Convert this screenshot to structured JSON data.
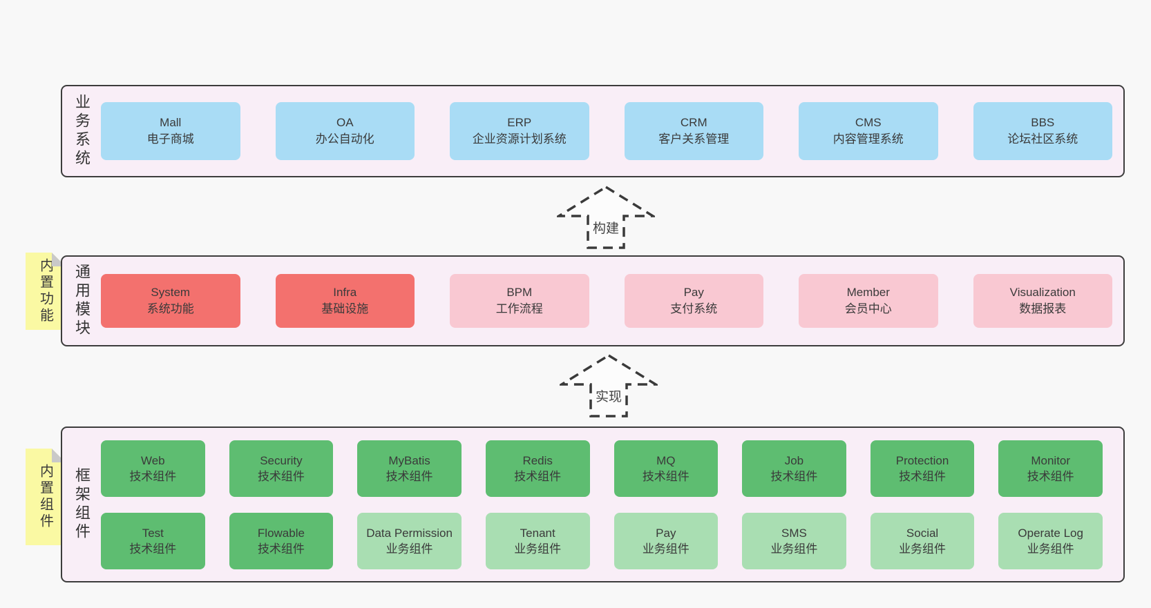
{
  "colors": {
    "canvas_bg": "#f8f8f8",
    "container_bg": "#f9eef7",
    "container_border": "#3c3c3c",
    "blue_box": "#a9dcf5",
    "red_box": "#f3716e",
    "pink_box": "#f9c8d2",
    "green_dark_box": "#5ebd71",
    "green_light_box": "#a9deb2",
    "sticky_yellow": "#faf9a3",
    "sticky_fold_gray": "#c9c9c9"
  },
  "arrows": [
    {
      "label": "构建"
    },
    {
      "label": "实现"
    }
  ],
  "layers": [
    {
      "label": "业务系统",
      "boxes": [
        {
          "en": "Mall",
          "zh": "电子商城"
        },
        {
          "en": "OA",
          "zh": "办公自动化"
        },
        {
          "en": "ERP",
          "zh": "企业资源计划系统"
        },
        {
          "en": "CRM",
          "zh": "客户关系管理"
        },
        {
          "en": "CMS",
          "zh": "内容管理系统"
        },
        {
          "en": "BBS",
          "zh": "论坛社区系统"
        }
      ]
    },
    {
      "label": "通用模块",
      "sticky": "内置功能",
      "boxes": [
        {
          "en": "System",
          "zh": "系统功能"
        },
        {
          "en": "Infra",
          "zh": "基础设施"
        },
        {
          "en": "BPM",
          "zh": "工作流程"
        },
        {
          "en": "Pay",
          "zh": "支付系统"
        },
        {
          "en": "Member",
          "zh": "会员中心"
        },
        {
          "en": "Visualization",
          "zh": "数据报表"
        }
      ]
    },
    {
      "label": "框架组件",
      "sticky": "内置组件",
      "rows": [
        [
          {
            "en": "Web",
            "zh": "技术组件"
          },
          {
            "en": "Security",
            "zh": "技术组件"
          },
          {
            "en": "MyBatis",
            "zh": "技术组件"
          },
          {
            "en": "Redis",
            "zh": "技术组件"
          },
          {
            "en": "MQ",
            "zh": "技术组件"
          },
          {
            "en": "Job",
            "zh": "技术组件"
          },
          {
            "en": "Protection",
            "zh": "技术组件"
          },
          {
            "en": "Monitor",
            "zh": "技术组件"
          }
        ],
        [
          {
            "en": "Test",
            "zh": "技术组件"
          },
          {
            "en": "Flowable",
            "zh": "技术组件"
          },
          {
            "en": "Data Permission",
            "zh": "业务组件"
          },
          {
            "en": "Tenant",
            "zh": "业务组件"
          },
          {
            "en": "Pay",
            "zh": "业务组件"
          },
          {
            "en": "SMS",
            "zh": "业务组件"
          },
          {
            "en": "Social",
            "zh": "业务组件"
          },
          {
            "en": "Operate Log",
            "zh": "业务组件"
          }
        ]
      ]
    }
  ]
}
